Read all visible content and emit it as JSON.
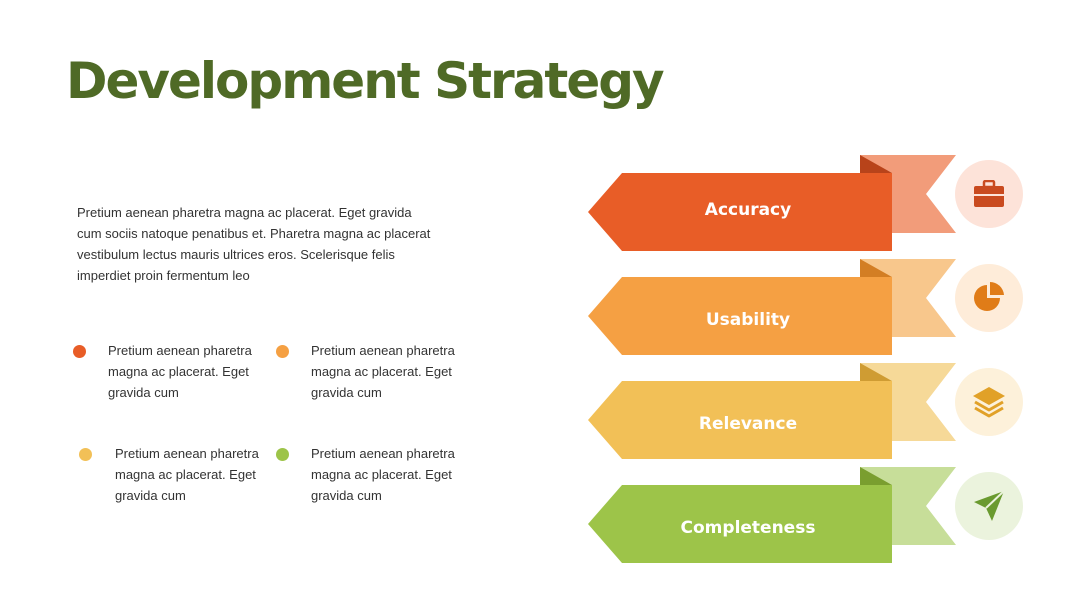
{
  "title": "Development Strategy",
  "intro": "Pretium aenean pharetra magna ac placerat. Eget gravida cum sociis natoque penatibus et. Pharetra magna ac placerat vestibulum lectus mauris ultrices eros. Scelerisque felis imperdiet proin fermentum leo",
  "bullets": [
    {
      "text": "Pretium aenean pharetra magna ac placerat. Eget gravida cum",
      "color": "#e85d27"
    },
    {
      "text": "Pretium aenean pharetra magna ac placerat. Eget gravida cum",
      "color": "#f5a043"
    },
    {
      "text": "Pretium aenean pharetra magna ac placerat. Eget gravida cum",
      "color": "#f2c057"
    },
    {
      "text": "Pretium aenean pharetra magna ac placerat. Eget gravida cum",
      "color": "#9dc449"
    }
  ],
  "steps": [
    {
      "label": "Accuracy",
      "icon": "briefcase-icon",
      "color": "#e85d27",
      "ribbon": "#f29c7a",
      "fold": "#b8431a",
      "circle": "#fde3d9",
      "icon_color": "#c94a1f"
    },
    {
      "label": "Usability",
      "icon": "pie-chart-icon",
      "color": "#f5a043",
      "ribbon": "#f8c78c",
      "fold": "#d37e24",
      "circle": "#feecd9",
      "icon_color": "#e07c18"
    },
    {
      "label": "Relevance",
      "icon": "layers-icon",
      "color": "#f2c057",
      "ribbon": "#f6d998",
      "fold": "#cf9c33",
      "circle": "#fdf1da",
      "icon_color": "#e1a128"
    },
    {
      "label": "Completeness",
      "icon": "send-icon",
      "color": "#9dc449",
      "ribbon": "#c7de99",
      "fold": "#7a9e2f",
      "circle": "#ebf3dd",
      "icon_color": "#6a9a2f"
    }
  ]
}
